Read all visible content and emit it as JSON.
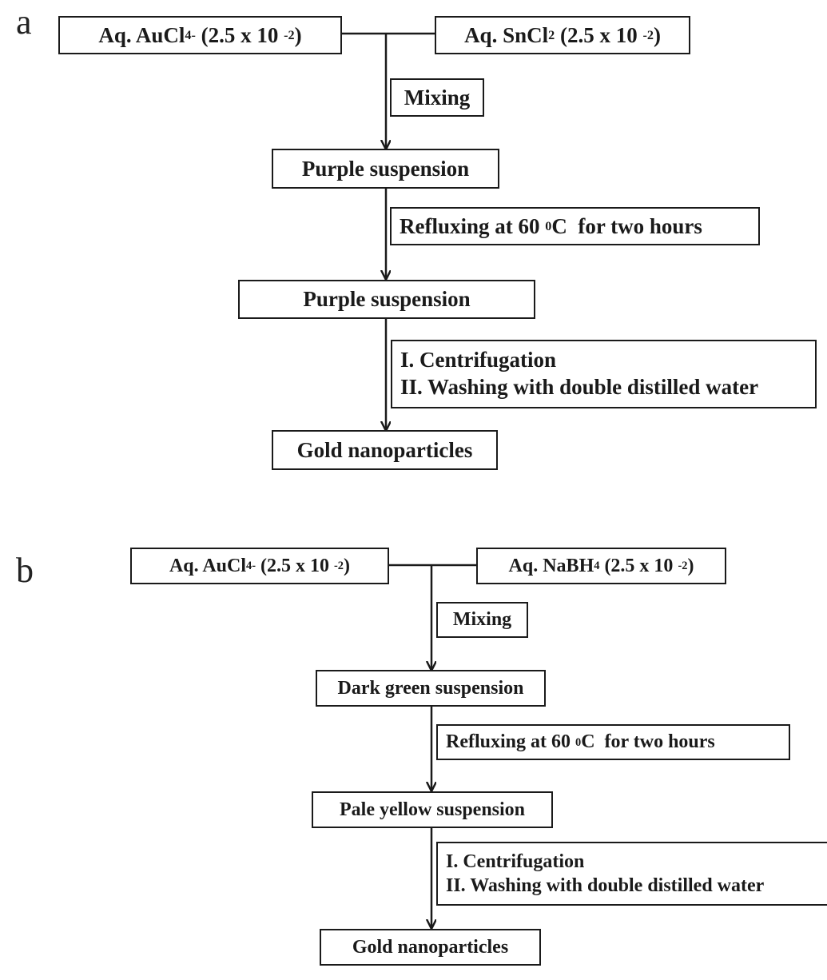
{
  "panel_a": {
    "label": "a",
    "reagent_left": {
      "prefix": "Aq. AuCl",
      "sub": "4",
      "sup": "-",
      "middle": " (2.5 x 10 ",
      "exp": "-2",
      "suffix": ")"
    },
    "reagent_right": {
      "prefix": "Aq. SnCl",
      "sub": "2",
      "middle": " (2.5 x 10 ",
      "exp": "-2",
      "suffix": ")"
    },
    "step1_label": "Mixing",
    "product1": "Purple suspension",
    "step2": {
      "prefix": "Refluxing at 60 ",
      "sup": "0",
      "suffix": "C  for two hours"
    },
    "product2": "Purple suspension",
    "step3_lines": [
      "I. Centrifugation",
      "II. Washing with double distilled water"
    ],
    "final_product": "Gold nanoparticles"
  },
  "panel_b": {
    "label": "b",
    "reagent_left": {
      "prefix": "Aq. AuCl",
      "sub": "4",
      "sup": "-",
      "middle": " (2.5 x 10 ",
      "exp": "-2",
      "suffix": ")"
    },
    "reagent_right": {
      "prefix": "Aq. NaBH",
      "sub": "4",
      "middle": " (2.5 x 10 ",
      "exp": "-2",
      "suffix": ")"
    },
    "step1_label": "Mixing",
    "product1": "Dark green suspension",
    "step2": {
      "prefix": "Refluxing at 60 ",
      "sup": "0",
      "suffix": "C  for two hours"
    },
    "product2": "Pale yellow suspension",
    "step3_lines": [
      "I. Centrifugation",
      "II. Washing with double distilled water"
    ],
    "final_product": "Gold nanoparticles"
  }
}
